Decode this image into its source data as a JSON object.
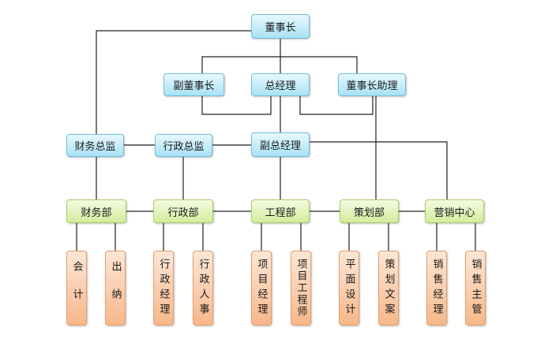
{
  "nodes": {
    "chairman": "董事长",
    "vice_chairman": "副董事长",
    "general_manager": "总经理",
    "chairman_assistant": "董事长助理",
    "finance_director": "财务总监",
    "admin_director": "行政总监",
    "deputy_gm": "副总经理",
    "finance_dept": "财务部",
    "admin_dept": "行政部",
    "engineering_dept": "工程部",
    "planning_dept": "策划部",
    "marketing_center": "营销中心",
    "accountant": "会计",
    "cashier": "出纳",
    "admin_manager": "行政经理",
    "admin_hr": "行政人事",
    "project_manager": "项目经理",
    "project_engineer": "项目工程师",
    "graphic_design": "平面设计",
    "planning_copywriter": "策划文案",
    "sales_manager": "销售经理",
    "sales_supervisor": "销售主管"
  }
}
